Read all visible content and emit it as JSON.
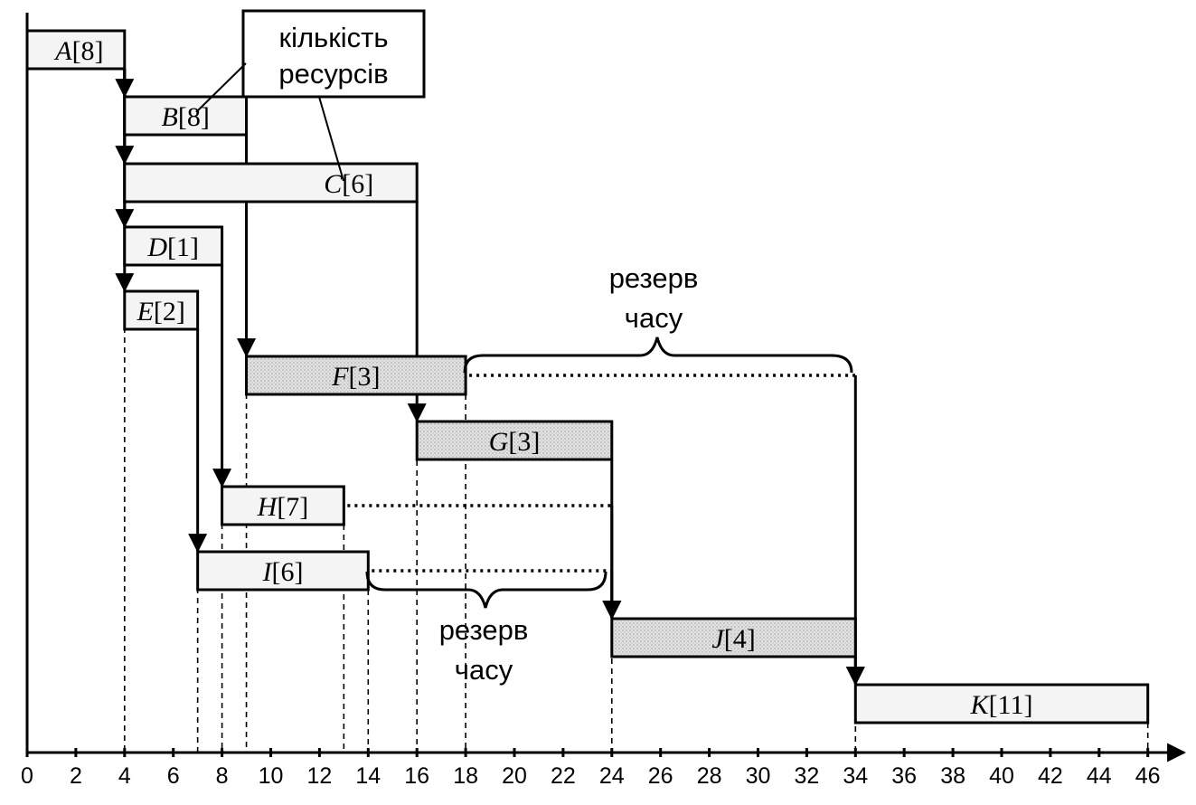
{
  "chart_data": {
    "type": "gantt",
    "x_ticks": [
      0,
      2,
      4,
      6,
      8,
      10,
      12,
      14,
      16,
      18,
      20,
      22,
      24,
      26,
      28,
      30,
      32,
      34,
      36,
      38,
      40,
      42,
      44,
      46
    ],
    "xlim": [
      0,
      47
    ],
    "tasks": [
      {
        "letter": "A",
        "resource": "8",
        "start": 0,
        "end": 4,
        "critical": false
      },
      {
        "letter": "B",
        "resource": "8",
        "start": 4,
        "end": 9,
        "critical": false
      },
      {
        "letter": "C",
        "resource": "6",
        "start": 4,
        "end": 16,
        "critical": false
      },
      {
        "letter": "D",
        "resource": "1",
        "start": 4,
        "end": 8,
        "critical": false
      },
      {
        "letter": "E",
        "resource": "2",
        "start": 4,
        "end": 7,
        "critical": false
      },
      {
        "letter": "F",
        "resource": "3",
        "start": 9,
        "end": 18,
        "critical": true
      },
      {
        "letter": "G",
        "resource": "3",
        "start": 16,
        "end": 24,
        "critical": true
      },
      {
        "letter": "H",
        "resource": "7",
        "start": 8,
        "end": 13,
        "critical": false
      },
      {
        "letter": "I",
        "resource": "6",
        "start": 7,
        "end": 14,
        "critical": false
      },
      {
        "letter": "J",
        "resource": "4",
        "start": 24,
        "end": 34,
        "critical": true
      },
      {
        "letter": "K",
        "resource": "11",
        "start": 34,
        "end": 46,
        "critical": false
      }
    ],
    "dependencies": [
      {
        "from": "A",
        "to": "B"
      },
      {
        "from": "A",
        "to": "C"
      },
      {
        "from": "A",
        "to": "D"
      },
      {
        "from": "A",
        "to": "E"
      },
      {
        "from": "B",
        "to": "F"
      },
      {
        "from": "C",
        "to": "G"
      },
      {
        "from": "D",
        "to": "H"
      },
      {
        "from": "E",
        "to": "I"
      },
      {
        "from": "G",
        "to": "J"
      },
      {
        "from": "H",
        "to": "J"
      },
      {
        "from": "I",
        "to": "J"
      },
      {
        "from": "F",
        "to": "K"
      },
      {
        "from": "J",
        "to": "K"
      }
    ],
    "floats": [
      {
        "task": "F",
        "from": 18,
        "to": 34
      },
      {
        "task": "H",
        "from": 13,
        "to": 24
      },
      {
        "task": "I",
        "from": 14,
        "to": 24
      }
    ]
  },
  "annotations": {
    "resources_line1": "кількість",
    "resources_line2": "ресурсів",
    "reserve_top_line1": "резерв",
    "reserve_top_line2": "часу",
    "reserve_bottom_line1": "резерв",
    "reserve_bottom_line2": "часу"
  },
  "colors": {
    "bar_fill": "#f4f4f4",
    "critical_fill": "#d8d8d8",
    "ink": "#000000"
  }
}
